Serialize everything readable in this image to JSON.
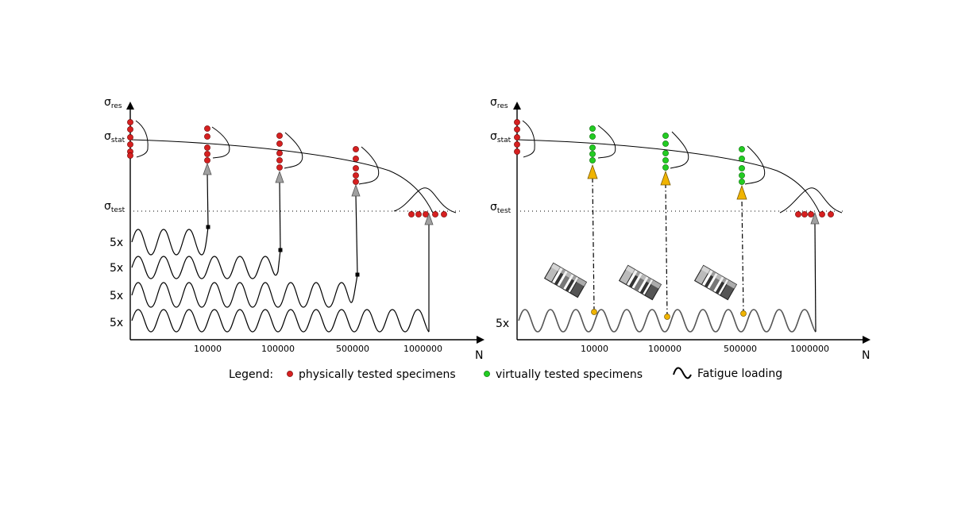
{
  "left_panel": {
    "y_axis_label": "σ",
    "y_axis_sub": "res",
    "y_stat_label": "σ",
    "y_stat_sub": "stat",
    "y_test_label": "σ",
    "y_test_sub": "test",
    "x_axis_label": "N",
    "x_ticks": [
      "10000",
      "100000",
      "500000",
      "1000000"
    ],
    "load_counts": [
      "5x",
      "5x",
      "5x",
      "5x"
    ]
  },
  "right_panel": {
    "y_axis_label": "σ",
    "y_axis_sub": "res",
    "y_stat_label": "σ",
    "y_stat_sub": "stat",
    "y_test_label": "σ",
    "y_test_sub": "test",
    "x_axis_label": "N",
    "x_ticks": [
      "10000",
      "100000",
      "500000",
      "1000000"
    ],
    "load_counts": [
      "5x"
    ]
  },
  "legend": {
    "title": "Legend:",
    "physical_label": "physically tested specimens",
    "virtual_label": "virtually tested specimens",
    "fatigue_label": "Fatigue loading",
    "physical_color": "#d62020",
    "virtual_color": "#22cc22"
  },
  "colors": {
    "physical": "#d62020",
    "virtual": "#22cc22",
    "gray_arrow": "#a0a0a0",
    "yellow_arrow": "#f0b400"
  }
}
